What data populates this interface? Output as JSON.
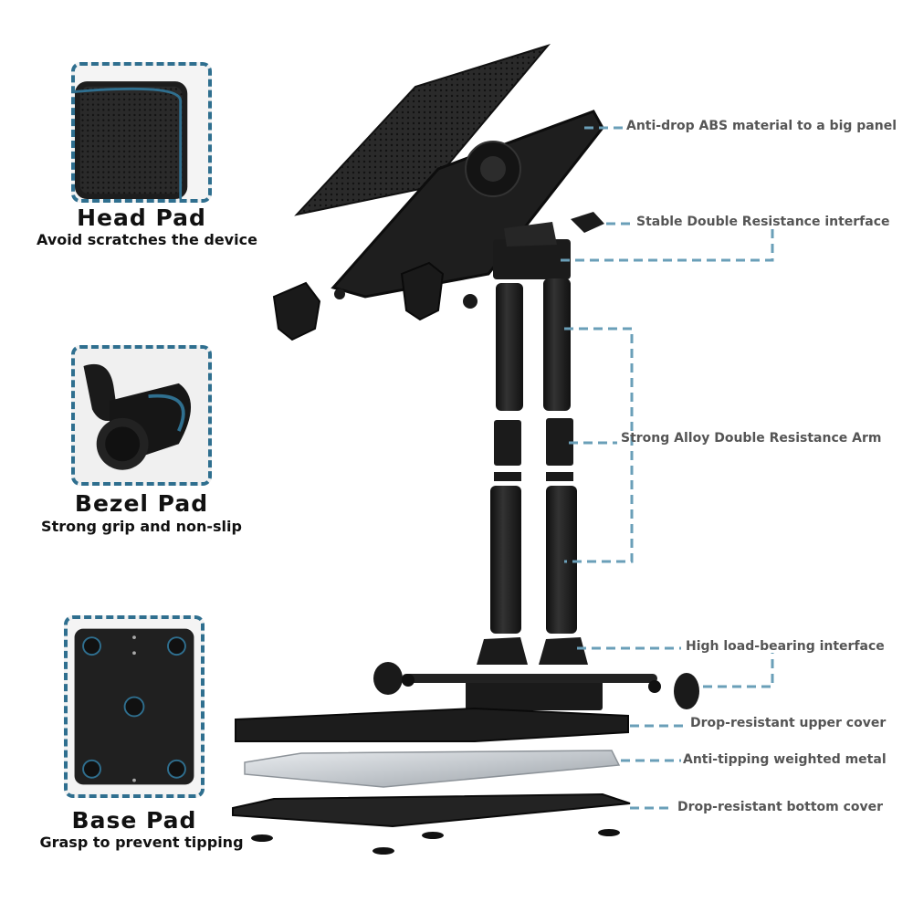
{
  "insets": {
    "head": {
      "title": "Head Pad",
      "subtitle": "Avoid scratches the device"
    },
    "bezel": {
      "title": "Bezel Pad",
      "subtitle": "Strong grip and non-slip"
    },
    "base": {
      "title": "Base Pad",
      "subtitle": "Grasp to prevent tipping"
    }
  },
  "callouts": {
    "panel": "Anti-drop ABS material to a big panel",
    "interface": "Stable Double Resistance interface",
    "arm": "Strong Alloy Double Resistance Arm",
    "load": "High load-bearing interface",
    "upper": "Drop-resistant upper cover",
    "metal": "Anti-tipping weighted metal",
    "bottom": "Drop-resistant bottom cover"
  },
  "colors": {
    "accent": "#2f6f8f",
    "part": "#1c1c1c",
    "metal": "#c9cdd1"
  }
}
